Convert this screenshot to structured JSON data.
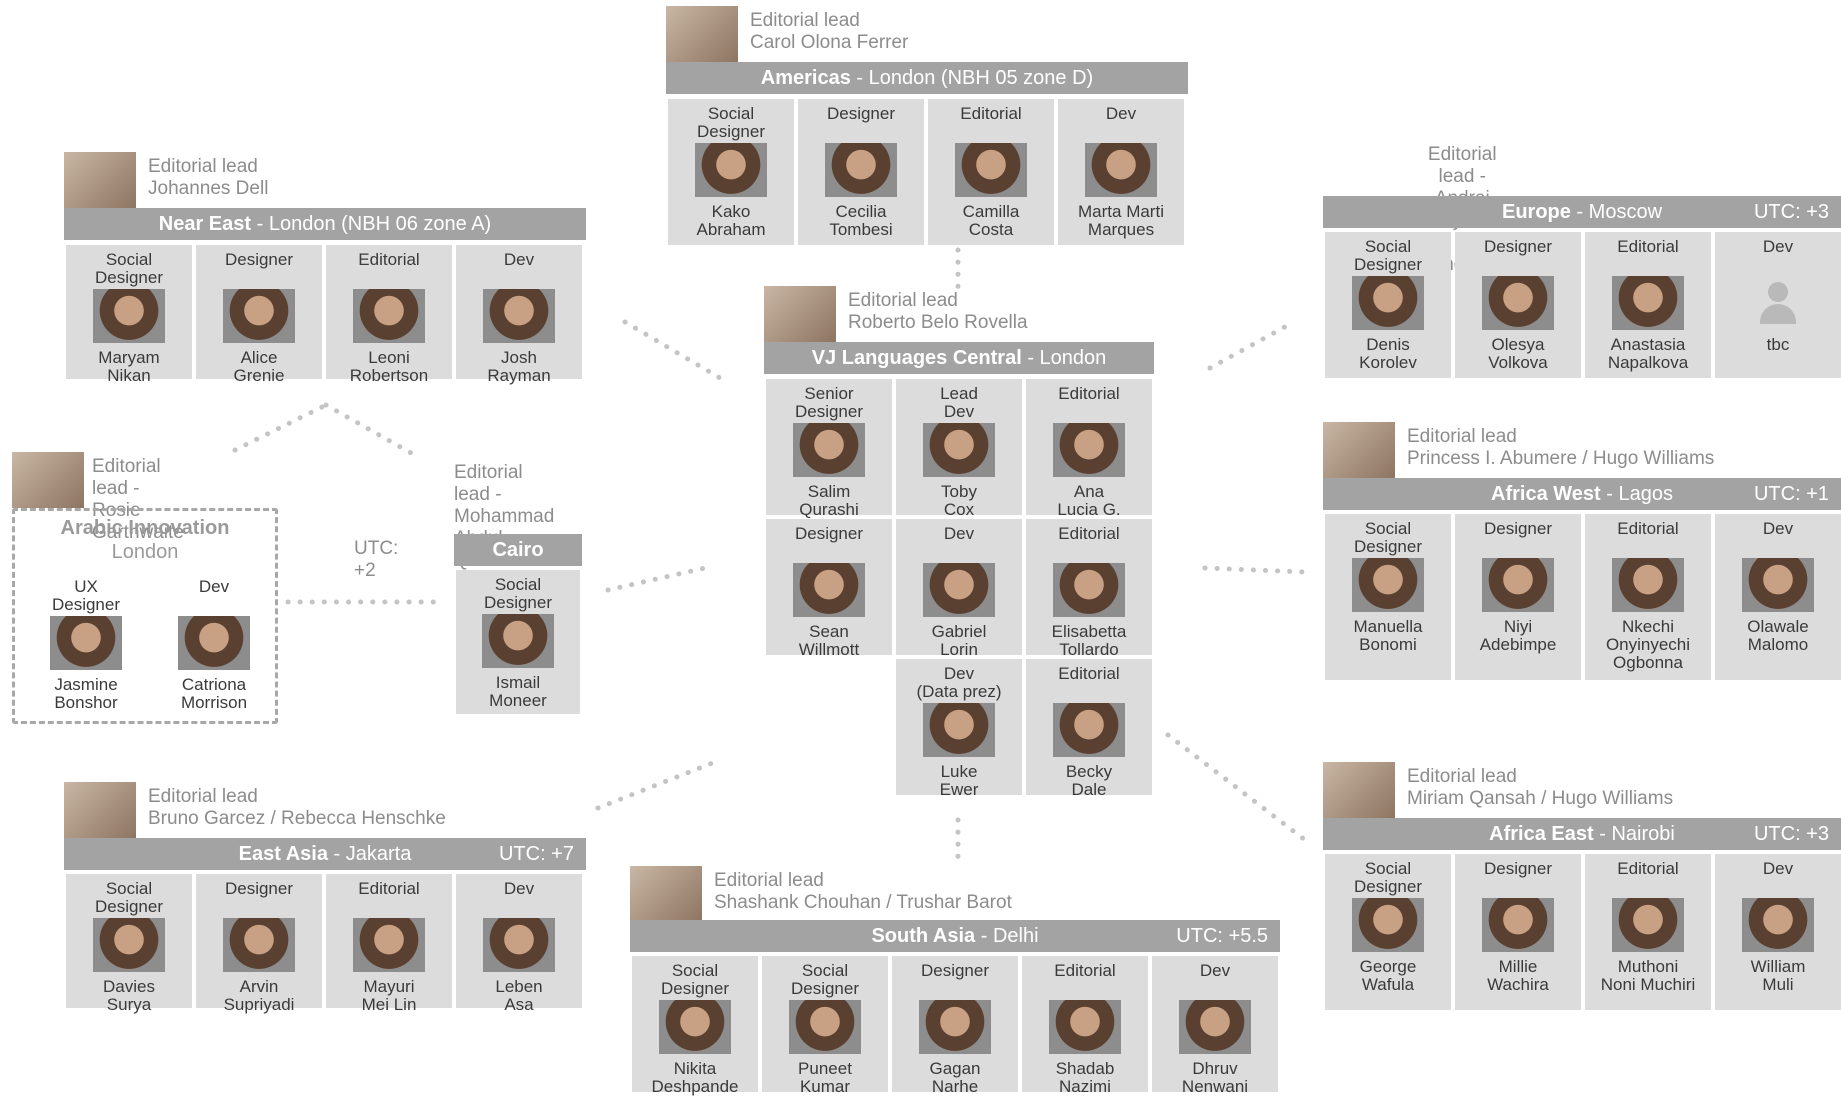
{
  "teams": {
    "americas": {
      "lead_label": "Editorial lead",
      "lead_name": "Carol Olona Ferrer",
      "region": "Americas",
      "city": " - London (NBH 05 zone D)",
      "members": [
        {
          "role": "Social\nDesigner",
          "name": "Kako\nAbraham"
        },
        {
          "role": "Designer",
          "name": "Cecilia\nTombesi"
        },
        {
          "role": "Editorial",
          "name": "Camilla\nCosta"
        },
        {
          "role": "Dev",
          "name": "Marta Marti\nMarques"
        }
      ]
    },
    "near_east": {
      "lead_label": "Editorial lead",
      "lead_name": "Johannes Dell",
      "region": "Near East",
      "city": " - London (NBH 06 zone A)",
      "members": [
        {
          "role": "Social\nDesigner",
          "name": "Maryam\nNikan"
        },
        {
          "role": "Designer",
          "name": "Alice\nGrenie"
        },
        {
          "role": "Editorial",
          "name": "Leoni\nRobertson"
        },
        {
          "role": "Dev",
          "name": "Josh\nRayman"
        }
      ]
    },
    "europe": {
      "lead_text": "Editorial lead - Andrei Goryanov\nand Pavel Bandakov",
      "region": "Europe",
      "city": " - Moscow",
      "utc": "UTC: +3",
      "members": [
        {
          "role": "Social\nDesigner",
          "name": "Denis\nKorolev"
        },
        {
          "role": "Designer",
          "name": "Olesya\nVolkova"
        },
        {
          "role": "Editorial",
          "name": "Anastasia\nNapalkova"
        },
        {
          "role": "Dev",
          "name": "tbc"
        }
      ]
    },
    "central": {
      "lead_label": "Editorial lead",
      "lead_name": "Roberto Belo Rovella",
      "region": "VJ Languages Central",
      "city": " - London",
      "members": [
        {
          "role": "Senior\nDesigner",
          "name": "Salim\nQurashi"
        },
        {
          "role": "Lead\nDev",
          "name": "Toby\nCox"
        },
        {
          "role": "Editorial",
          "name": "Ana\nLucia G."
        },
        {
          "role": "Designer",
          "name": "Sean\nWillmott"
        },
        {
          "role": "Dev",
          "name": "Gabriel\nLorin"
        },
        {
          "role": "Editorial",
          "name": "Elisabetta\nTollardo"
        },
        {
          "role": "Dev\n(Data prez)",
          "name": "Luke\nEwer"
        },
        {
          "role": "Editorial",
          "name": "Becky\nDale"
        }
      ]
    },
    "africa_west": {
      "lead_label": "Editorial lead",
      "lead_name": "Princess I. Abumere / Hugo Williams",
      "region": "Africa West",
      "city": " - Lagos",
      "utc": "UTC: +1",
      "members": [
        {
          "role": "Social\nDesigner",
          "name": "Manuella\nBonomi"
        },
        {
          "role": "Designer",
          "name": "Niyi\nAdebimpe"
        },
        {
          "role": "Editorial",
          "name": "Nkechi\nOnyinyechi\nOgbonna"
        },
        {
          "role": "Dev",
          "name": "Olawale\nMalomo"
        }
      ]
    },
    "arabic": {
      "lead_text": "Editorial lead -\nRosie Garthwaite",
      "title": "Arabic Innovation",
      "subtitle": "London",
      "members": [
        {
          "role": "UX\nDesigner",
          "name": "Jasmine\nBonshor"
        },
        {
          "role": "Dev",
          "name": "Catriona\nMorrison"
        }
      ]
    },
    "cairo": {
      "lead_text": "Editorial lead -\nMohammad\nAbdul Qader",
      "utc": "UTC: +2",
      "region": "Cairo",
      "members": [
        {
          "role": "Social\nDesigner",
          "name": "Ismail\nMoneer"
        }
      ]
    },
    "east_asia": {
      "lead_label": "Editorial lead",
      "lead_name": "Bruno Garcez / Rebecca Henschke",
      "region": "East Asia",
      "city": " - Jakarta",
      "utc": "UTC: +7",
      "members": [
        {
          "role": "Social\nDesigner",
          "name": "Davies\nSurya"
        },
        {
          "role": "Designer",
          "name": "Arvin\nSupriyadi"
        },
        {
          "role": "Editorial",
          "name": "Mayuri\nMei Lin"
        },
        {
          "role": "Dev",
          "name": "Leben\nAsa"
        }
      ]
    },
    "south_asia": {
      "lead_label": "Editorial lead",
      "lead_name": "Shashank Chouhan / Trushar Barot",
      "region": "South Asia",
      "city": " - Delhi",
      "utc": "UTC: +5.5",
      "members": [
        {
          "role": "Social\nDesigner",
          "name": "Nikita\nDeshpande"
        },
        {
          "role": "Social\nDesigner",
          "name": "Puneet\nKumar"
        },
        {
          "role": "Designer",
          "name": "Gagan\nNarhe"
        },
        {
          "role": "Editorial",
          "name": "Shadab\nNazimi"
        },
        {
          "role": "Dev",
          "name": "Dhruv\nNenwani"
        }
      ]
    },
    "africa_east": {
      "lead_label": "Editorial lead",
      "lead_name": "Miriam Qansah  / Hugo Williams",
      "region": "Africa East",
      "city": " - Nairobi",
      "utc": "UTC: +3",
      "members": [
        {
          "role": "Social\nDesigner",
          "name": "George\nWafula"
        },
        {
          "role": "Designer",
          "name": "Millie\nWachira"
        },
        {
          "role": "Editorial",
          "name": "Muthoni\nNoni Muchiri"
        },
        {
          "role": "Dev",
          "name": "William\nMuli"
        }
      ]
    }
  }
}
